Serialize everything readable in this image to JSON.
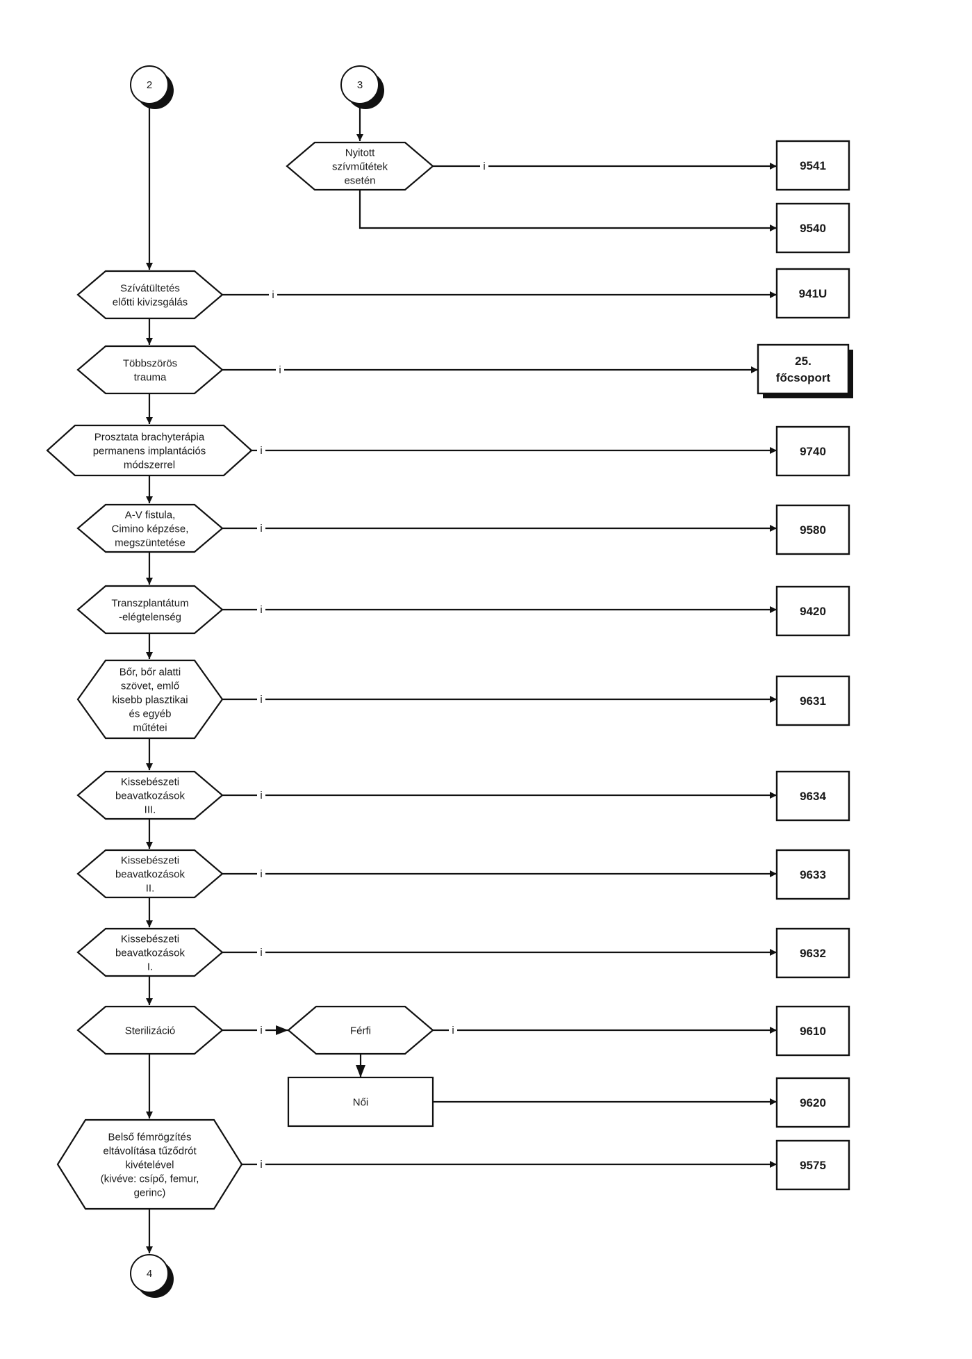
{
  "connectors": {
    "c2": "2",
    "c3": "3",
    "c4": "4"
  },
  "yes_label": "i",
  "decisions": {
    "d_nyitott": [
      "Nyitott",
      "szívműtétek",
      "esetén"
    ],
    "d_sziv": [
      "Szívátültetés",
      "előtti kivizsgálás"
    ],
    "d_tobb": [
      "Többszörös",
      "trauma"
    ],
    "d_prosz": [
      "Prosztata brachyterápia",
      "permanens implantációs",
      "módszerrel"
    ],
    "d_av": [
      "A-V fistula,",
      "Cimino képzése,",
      "megszüntetése"
    ],
    "d_trans": [
      "Transzplantátum",
      "-elégtelenség"
    ],
    "d_bor": [
      "Bőr, bőr alatti",
      "szövet, emlő",
      "kisebb plasztikai",
      "és egyéb",
      "műtétei"
    ],
    "d_k3": [
      "Kissebészeti",
      "beavatkozások",
      "III."
    ],
    "d_k2": [
      "Kissebészeti",
      "beavatkozások",
      "II."
    ],
    "d_k1": [
      "Kissebészeti",
      "beavatkozások",
      "I."
    ],
    "d_steril": [
      "Sterilizáció"
    ],
    "d_ferfi": [
      "Férfi"
    ],
    "d_belso": [
      "Belső fémrögzítés",
      "eltávolítása tűződrót",
      "kivételével",
      "(kivéve: csípő, femur,",
      "gerinc)"
    ]
  },
  "process": {
    "p_noi": [
      "Női"
    ]
  },
  "results": {
    "r_9541": [
      "9541"
    ],
    "r_9540": [
      "9540"
    ],
    "r_941u": [
      "941U"
    ],
    "r_25": [
      "25.",
      "főcsoport"
    ],
    "r_9740": [
      "9740"
    ],
    "r_9580": [
      "9580"
    ],
    "r_9420": [
      "9420"
    ],
    "r_9631": [
      "9631"
    ],
    "r_9634": [
      "9634"
    ],
    "r_9633": [
      "9633"
    ],
    "r_9632": [
      "9632"
    ],
    "r_9610": [
      "9610"
    ],
    "r_9620": [
      "9620"
    ],
    "r_9575": [
      "9575"
    ]
  }
}
